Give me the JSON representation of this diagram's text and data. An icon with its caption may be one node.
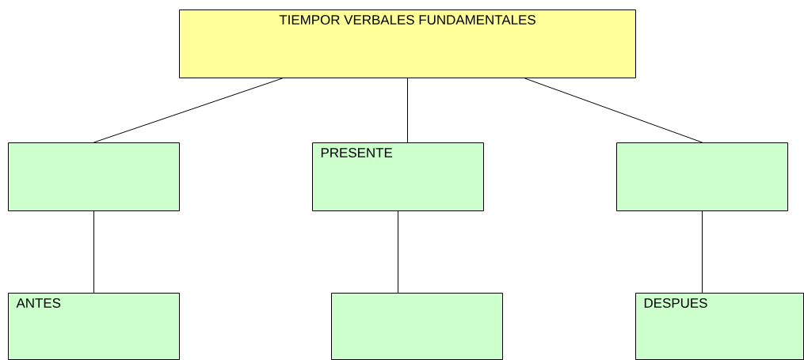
{
  "diagram": {
    "nodes": [
      {
        "text": [
          "TIEMPOR VERBALES FUNDAMENTALES"
        ]
      },
      {
        "text": [],
        "shape": "box"
      },
      {
        "text": [
          "PRESENTE"
        ]
      },
      {
        "text": [],
        "shape": "box"
      },
      {
        "text": [
          "ANTES"
        ]
      },
      {
        "text": [],
        "shape": "box"
      },
      {
        "text": [
          "DESPUES"
        ]
      }
    ],
    "edges": [
      {
        "from": 0,
        "to": 1,
        "arrow": "none"
      },
      {
        "from": 0,
        "to": 2,
        "arrow": "none"
      },
      {
        "from": 0,
        "to": 3,
        "arrow": "none"
      },
      {
        "from": 1,
        "to": 4,
        "arrow": "none"
      },
      {
        "from": 2,
        "to": 5,
        "arrow": "none"
      },
      {
        "from": 3,
        "to": 6,
        "arrow": "none"
      }
    ]
  }
}
